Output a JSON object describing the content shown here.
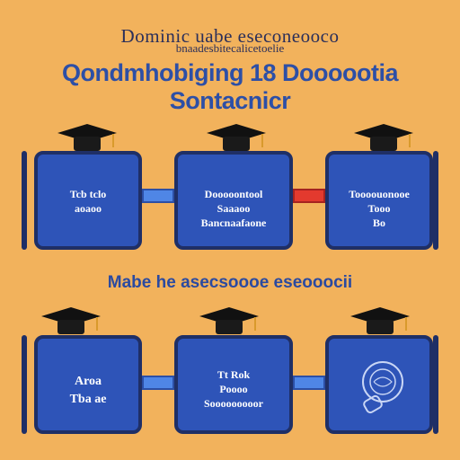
{
  "header": {
    "line1": "Dominic uabe eseconeooco",
    "line2": "bnaadesbitecalicetoelie",
    "line3": "Qondmhobiging 18 Doooootia Sontacnicr"
  },
  "mid_label": "Mabe he asecsoooe eseooocii",
  "top_row": [
    {
      "lines": [
        "Tcb tclo",
        "aoaoo"
      ]
    },
    {
      "lines": [
        "Dooooontool",
        "Saaaoo",
        "Bancnaafaone"
      ]
    },
    {
      "lines": [
        "Toooouonooe",
        "Tooo",
        "Bo"
      ]
    }
  ],
  "bottom_row": [
    {
      "lines": [
        "Aroa",
        "Tba ae"
      ]
    },
    {
      "lines": [
        "Tt Rok",
        "Poooo",
        "Sooooooooor"
      ]
    },
    {
      "lines": [
        ""
      ]
    }
  ],
  "colors": {
    "background": "#f2b25c",
    "card": "#2e54b8",
    "card_border": "#1f2f66",
    "connector": "#4f86e6",
    "connector_alert": "#e33a2e"
  }
}
